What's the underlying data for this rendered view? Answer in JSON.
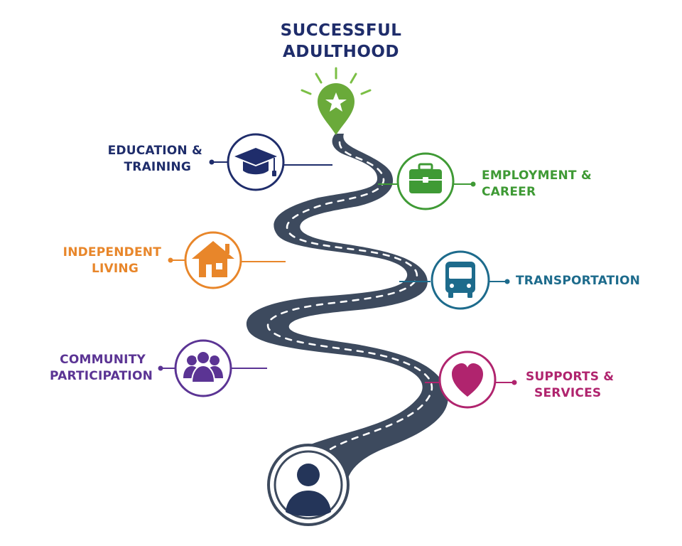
{
  "title": {
    "line1": "SUCCESSFUL",
    "line2": "ADULTHOOD"
  },
  "milestones": [
    {
      "key": "education",
      "line1": "EDUCATION &",
      "line2": "TRAINING",
      "icon": "graduation-cap-icon",
      "color": "#1f2d6b"
    },
    {
      "key": "employment",
      "line1": "EMPLOYMENT &",
      "line2": "CAREER",
      "icon": "briefcase-icon",
      "color": "#3f9a35"
    },
    {
      "key": "independent",
      "line1": "INDEPENDENT",
      "line2": "LIVING",
      "icon": "house-icon",
      "color": "#e8862a"
    },
    {
      "key": "transportation",
      "line1": "TRANSPORTATION",
      "line2": "",
      "icon": "bus-icon",
      "color": "#1d6b8c"
    },
    {
      "key": "community",
      "line1": "COMMUNITY",
      "line2": "PARTICIPATION",
      "icon": "people-icon",
      "color": "#5b3494"
    },
    {
      "key": "supports",
      "line1": "SUPPORTS &",
      "line2": "SERVICES",
      "icon": "heart-icon",
      "color": "#b0246e"
    }
  ],
  "colors": {
    "title": "#1f2d6b",
    "road": "#3d4a5e",
    "goal_pin": "#6aaa3a",
    "person": "#243559"
  },
  "start_icon": "person-icon",
  "goal_icon": "star-location-pin-icon"
}
